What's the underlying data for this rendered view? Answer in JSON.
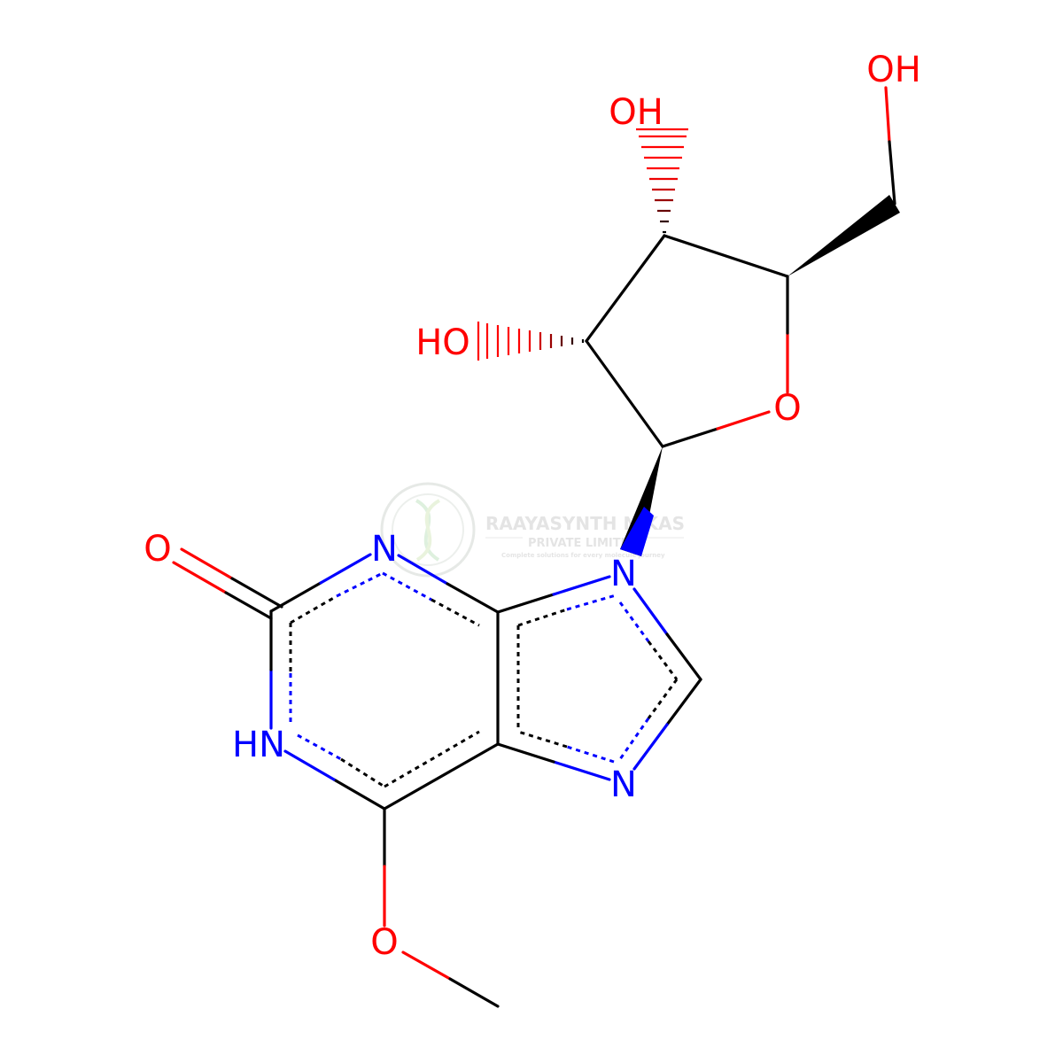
{
  "molecule": {
    "atoms": {
      "oh_top": "OH",
      "oh_mid": "OH",
      "ho_left": "HO",
      "o_ring": "O",
      "o_carbonyl": "O",
      "n_top": "N",
      "n9": "N",
      "hn": "HN",
      "n7": "N",
      "o_methoxy": "O"
    },
    "colors": {
      "carbon": "#000000",
      "nitrogen": "#0000ff",
      "oxygen": "#ff0000"
    }
  },
  "watermark": {
    "line1": "RAAYASYNTH NIKAS",
    "line2": "PRIVATE LIMITED",
    "line3": "Complete solutions for every molecule journey"
  }
}
